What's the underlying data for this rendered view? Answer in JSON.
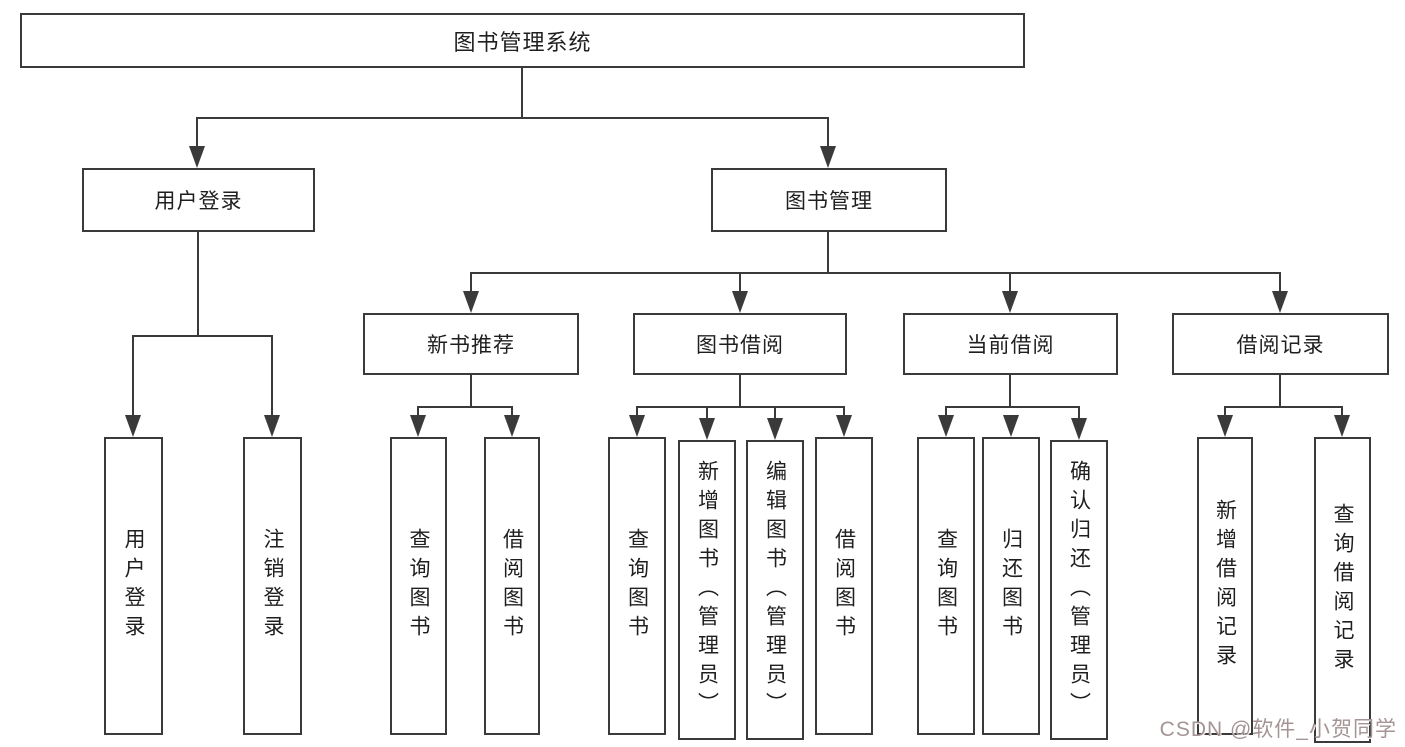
{
  "colors": {
    "line": "#3a3a3a",
    "box_border": "#3a3a3a",
    "text": "#1f1f1f",
    "background": "#ffffff",
    "watermark": "#a59494"
  },
  "diagram": {
    "root": {
      "label": "图书管理系统"
    },
    "level2": {
      "user_login": {
        "label": "用户登录"
      },
      "book_management": {
        "label": "图书管理"
      }
    },
    "level3": {
      "new_book_recommend": {
        "label": "新书推荐"
      },
      "book_borrow": {
        "label": "图书借阅"
      },
      "current_borrow": {
        "label": "当前借阅"
      },
      "borrow_records": {
        "label": "借阅记录"
      }
    },
    "leaves": {
      "user_login_leaf": {
        "label": "用户登录"
      },
      "logout_leaf": {
        "label": "注销登录"
      },
      "nb_query_books": {
        "label": "查询图书"
      },
      "nb_borrow_books": {
        "label": "借阅图书"
      },
      "bb_query_books": {
        "label": "查询图书"
      },
      "bb_add_books": {
        "label": "新增图书（管理员）"
      },
      "bb_edit_books": {
        "label": "编辑图书（管理员）"
      },
      "bb_borrow_books": {
        "label": "借阅图书"
      },
      "cb_query_books": {
        "label": "查询图书"
      },
      "cb_return_books": {
        "label": "归还图书"
      },
      "cb_confirm_return": {
        "label": "确认归还（管理员）"
      },
      "br_add_record": {
        "label": "新增借阅记录"
      },
      "br_query_record": {
        "label": "查询借阅记录"
      }
    }
  },
  "watermark": {
    "text": "CSDN @软件_小贺同学"
  }
}
